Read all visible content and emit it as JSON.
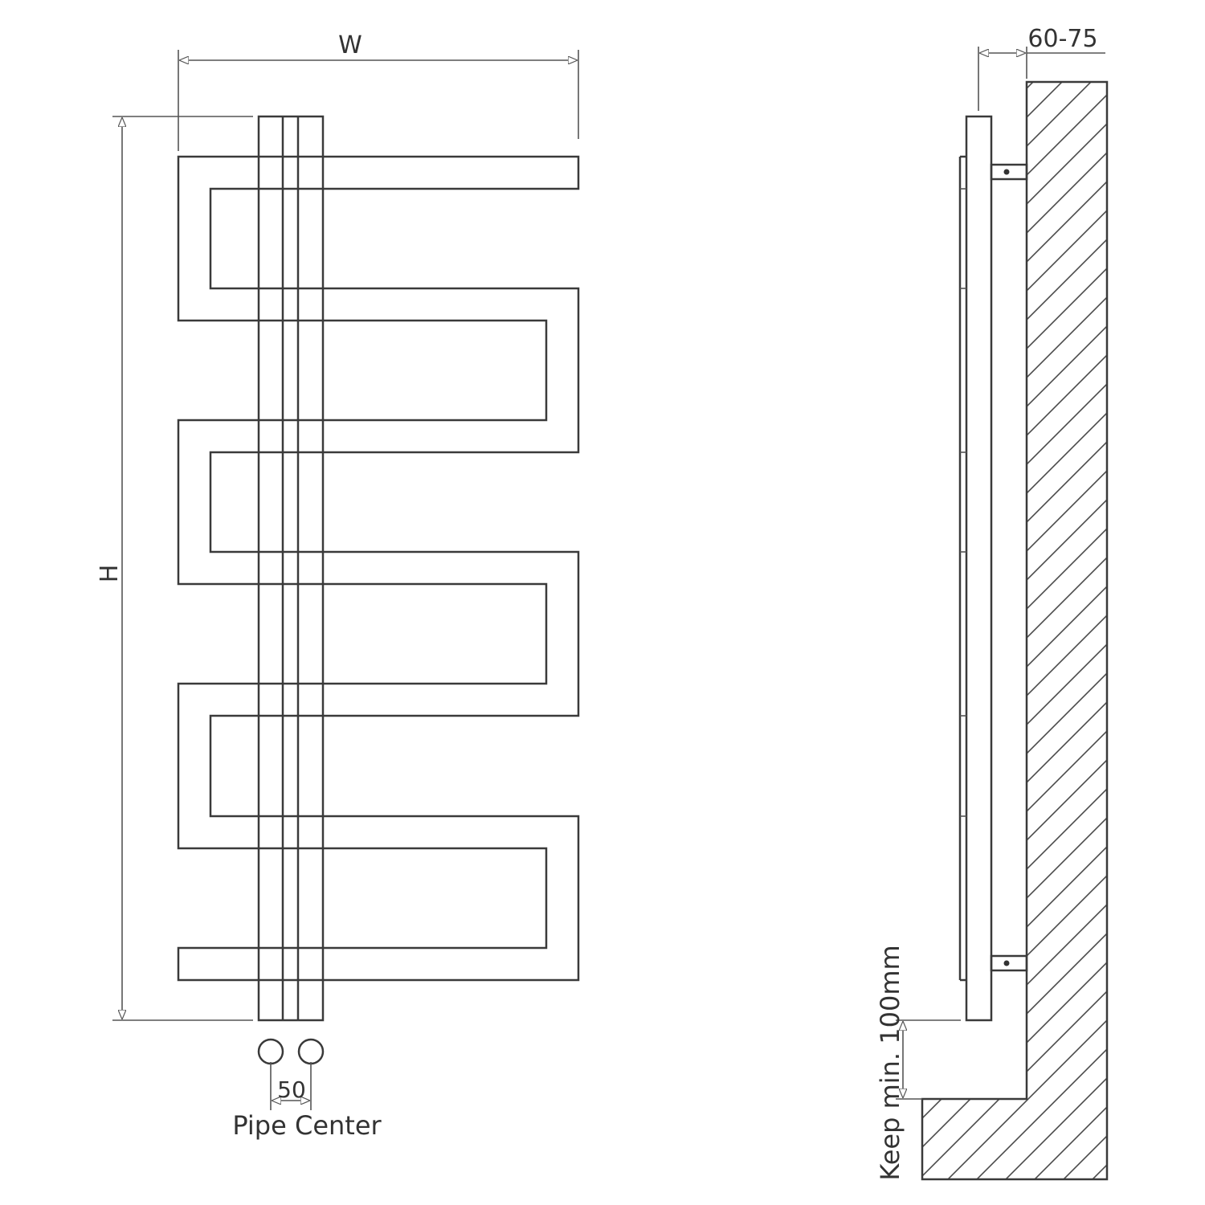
{
  "front_view": {
    "width_label": "W",
    "height_label": "H",
    "pipe_spacing_value": "50",
    "pipe_center_label": "Pipe Center"
  },
  "side_view": {
    "wall_distance_label": "60-75",
    "floor_clearance_label": "Keep min. 100mm"
  },
  "colors": {
    "line": "#3a3a3a",
    "background": "#ffffff"
  }
}
